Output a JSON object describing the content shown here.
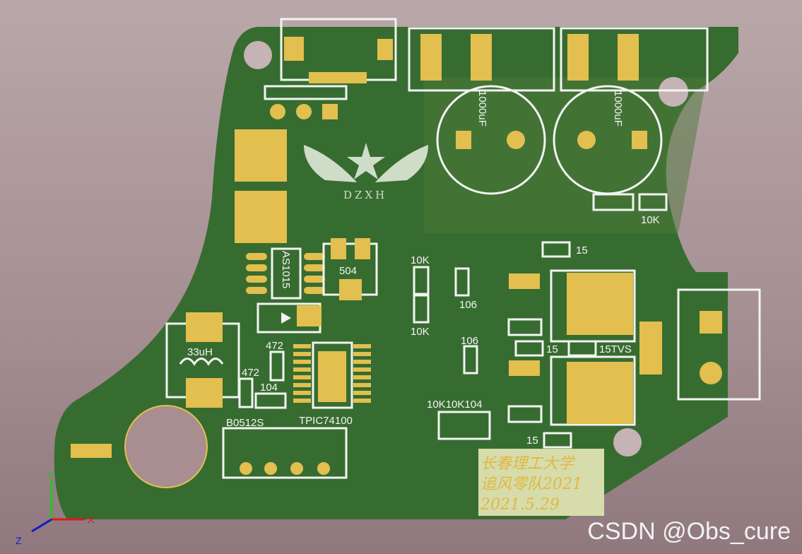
{
  "board": {
    "logo": {
      "text": "DZXH"
    },
    "labels": {
      "ic1": "AS1015",
      "ic2": "504",
      "r_top": "10K",
      "r_top2": "10K",
      "r_bot": "10K",
      "r_right": "10K",
      "cap1": "106",
      "cap2": "106",
      "r15a": "15",
      "r15b": "15",
      "r15c": "15TVS",
      "r15d": "15",
      "cap472a": "472",
      "cap472b": "472",
      "cap104a": "104",
      "inductor": "33uH",
      "module": "B0512S",
      "driver": "TPIC74100",
      "elec1": "1000uF",
      "elec2": "1000uF",
      "bottom_row": "10K10K104"
    },
    "note": {
      "line1": "长春理工大学",
      "line2": "追风零队2021",
      "line3": "2021.5.29"
    },
    "colors": {
      "board": "#356b2f",
      "pad": "#e2bf4e",
      "silk": "#f2f4f2"
    }
  },
  "axes": {
    "x": "X",
    "y": "Y",
    "z": "Z"
  },
  "watermark": "CSDN @Obs_cure"
}
